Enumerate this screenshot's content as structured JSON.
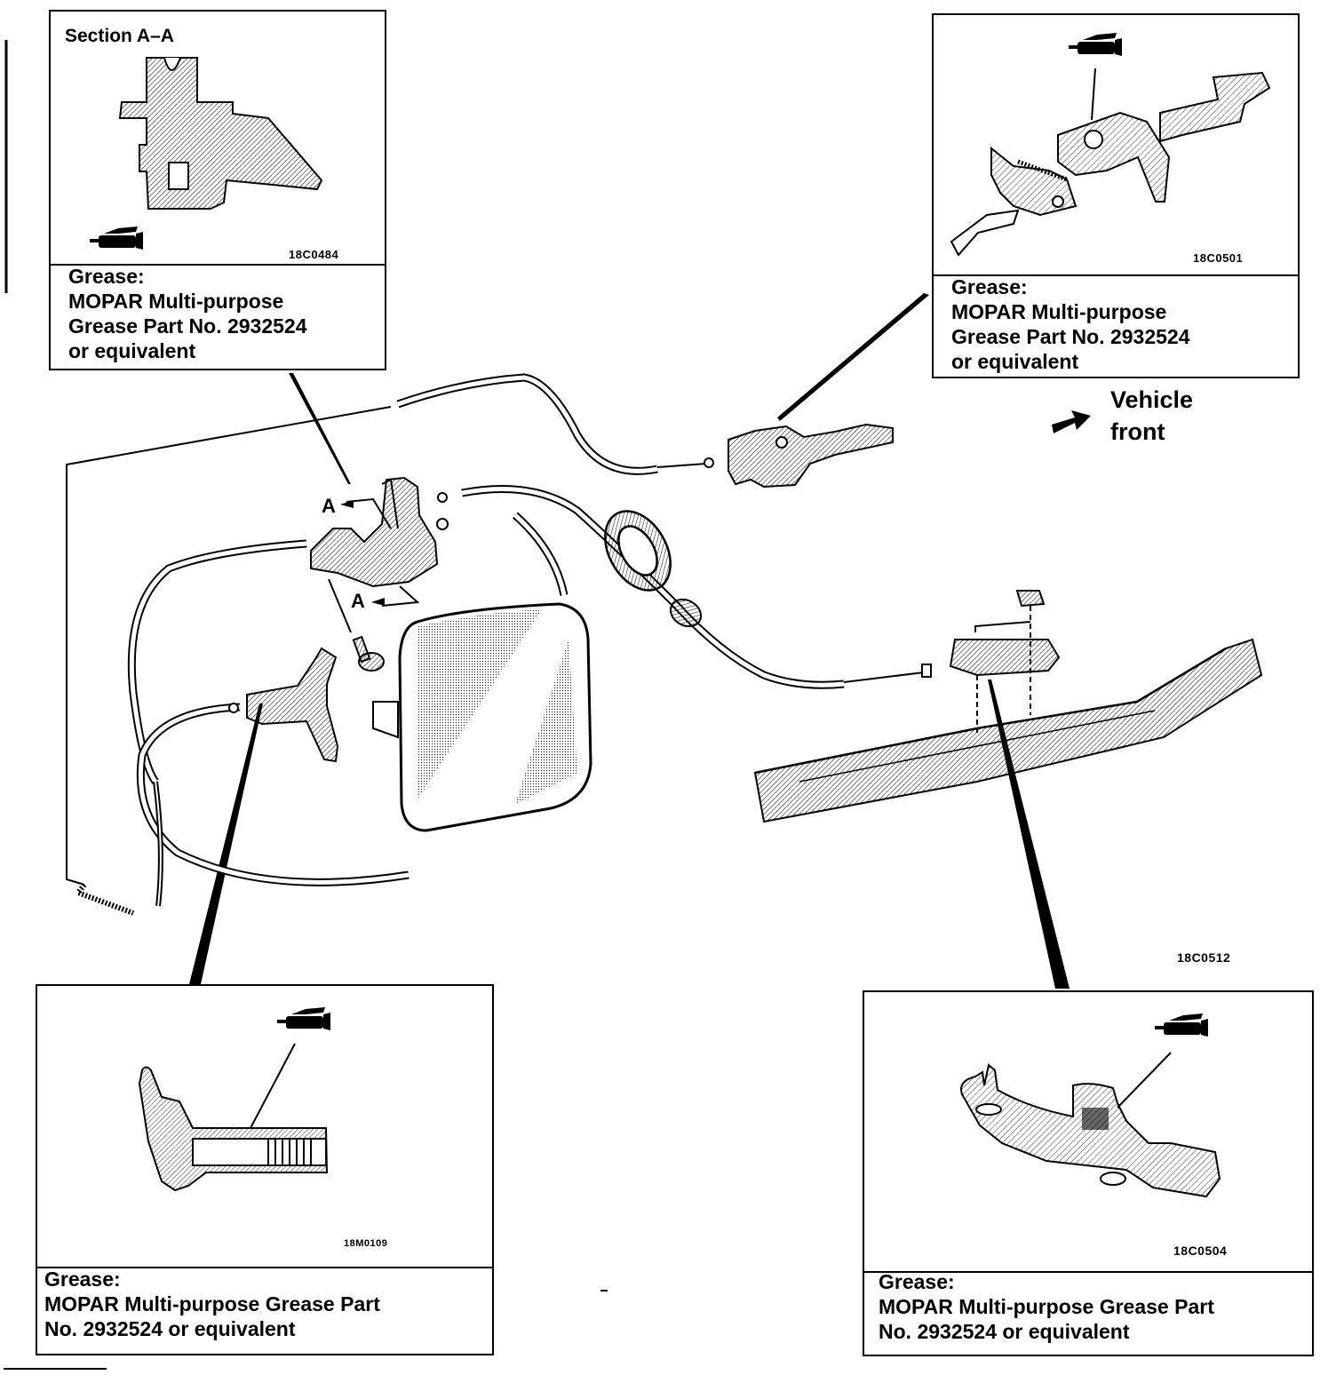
{
  "main_figure": {
    "figure_code": "18C0512",
    "section_marker": "A",
    "orientation": {
      "label_line1": "Vehicle",
      "label_line2": "front",
      "icon": "arrow-icon"
    }
  },
  "callouts": [
    {
      "id": "section-a-a",
      "title": "Section A–A",
      "figure_code": "18C0484",
      "icon": "grease-gun-icon",
      "note_lines": [
        "Grease:",
        "MOPAR Multi-purpose",
        "Grease Part No. 2932524",
        "or equivalent"
      ]
    },
    {
      "id": "lever-assembly",
      "figure_code": "18C0501",
      "icon": "grease-gun-icon",
      "note_lines": [
        "Grease:",
        "MOPAR Multi-purpose",
        "Grease Part No. 2932524",
        "or equivalent"
      ]
    },
    {
      "id": "lock-cylinder",
      "figure_code": "18M0109",
      "icon": "grease-gun-icon",
      "note_lines": [
        "Grease:",
        "MOPAR Multi-purpose Grease Part",
        "No. 2932524 or equivalent"
      ]
    },
    {
      "id": "floor-bracket",
      "figure_code": "18C0504",
      "icon": "grease-gun-icon",
      "note_lines": [
        "Grease:",
        "MOPAR Multi-purpose Grease Part",
        "No. 2932524 or equivalent"
      ]
    }
  ]
}
